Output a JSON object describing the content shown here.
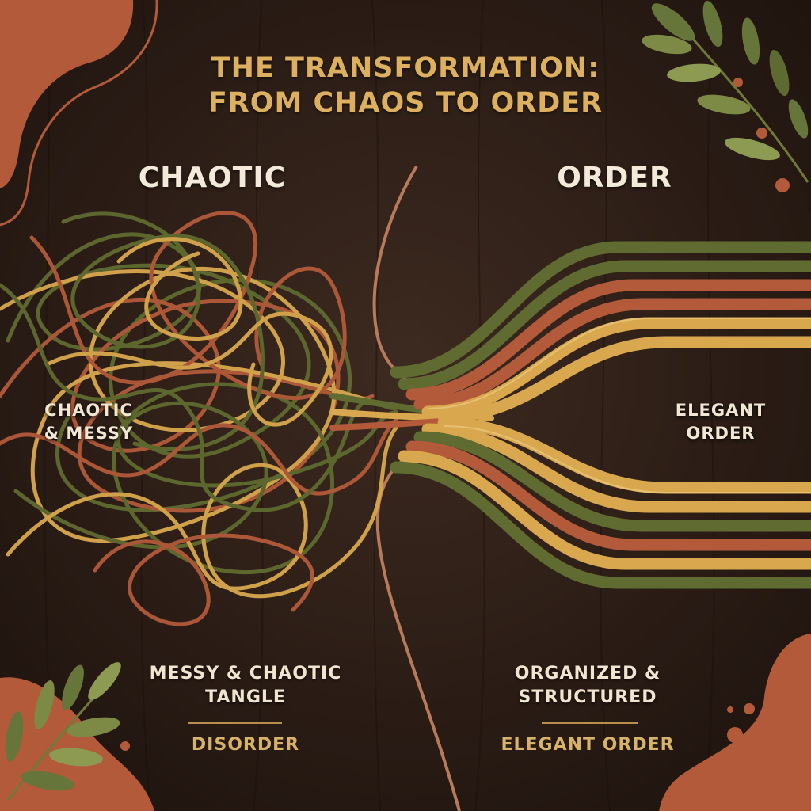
{
  "title": {
    "line1": "THE TRANSFORMATION:",
    "line2": "FROM CHAOS TO ORDER"
  },
  "left": {
    "heading": "CHAOTIC",
    "inner_line1": "CHAOTIC",
    "inner_line2": "& MESSY",
    "caption_line1": "MESSY & CHAOTIC",
    "caption_line2": "TANGLE",
    "subcaption": "DISORDER"
  },
  "right": {
    "heading": "ORDER",
    "inner_line1": "ELEGANT",
    "inner_line2": "ORDER",
    "caption_line1": "ORGANIZED &",
    "caption_line2": "STRUCTURED",
    "subcaption": "ELEGANT ORDER"
  },
  "colors": {
    "background": "#2a1b14",
    "olive": "#5f6b30",
    "terracotta": "#b35a3a",
    "gold": "#d9a84e",
    "title_gold": "#dcb05e",
    "cream": "#f4ead9"
  }
}
